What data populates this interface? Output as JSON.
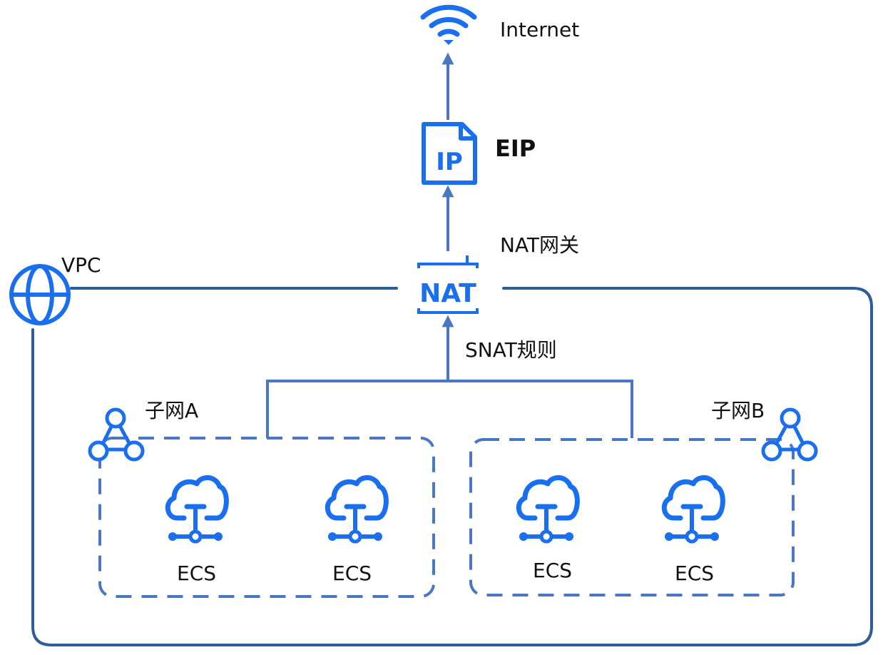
{
  "colors": {
    "icon_blue": "#1a6ef0",
    "line_blue": "#2f5d9a",
    "line_mid": "#4a77c4",
    "text": "#111111"
  },
  "labels": {
    "internet": "Internet",
    "eip": "EIP",
    "nat_gateway": "NAT网关",
    "nat_icon_text": "NAT",
    "ip_icon_text": "IP",
    "vpc": "VPC",
    "snat_rule": "SNAT规则",
    "subnet_a": "子网A",
    "subnet_b": "子网B",
    "ecs_a1": "ECS",
    "ecs_a2": "ECS",
    "ecs_b1": "ECS",
    "ecs_b2": "ECS"
  },
  "icons": {
    "internet": "wifi-icon",
    "eip": "ip-document-icon",
    "nat": "nat-gateway-icon",
    "vpc": "globe-icon",
    "subnet": "subnet-triangle-icon",
    "ecs": "cloud-server-icon"
  }
}
